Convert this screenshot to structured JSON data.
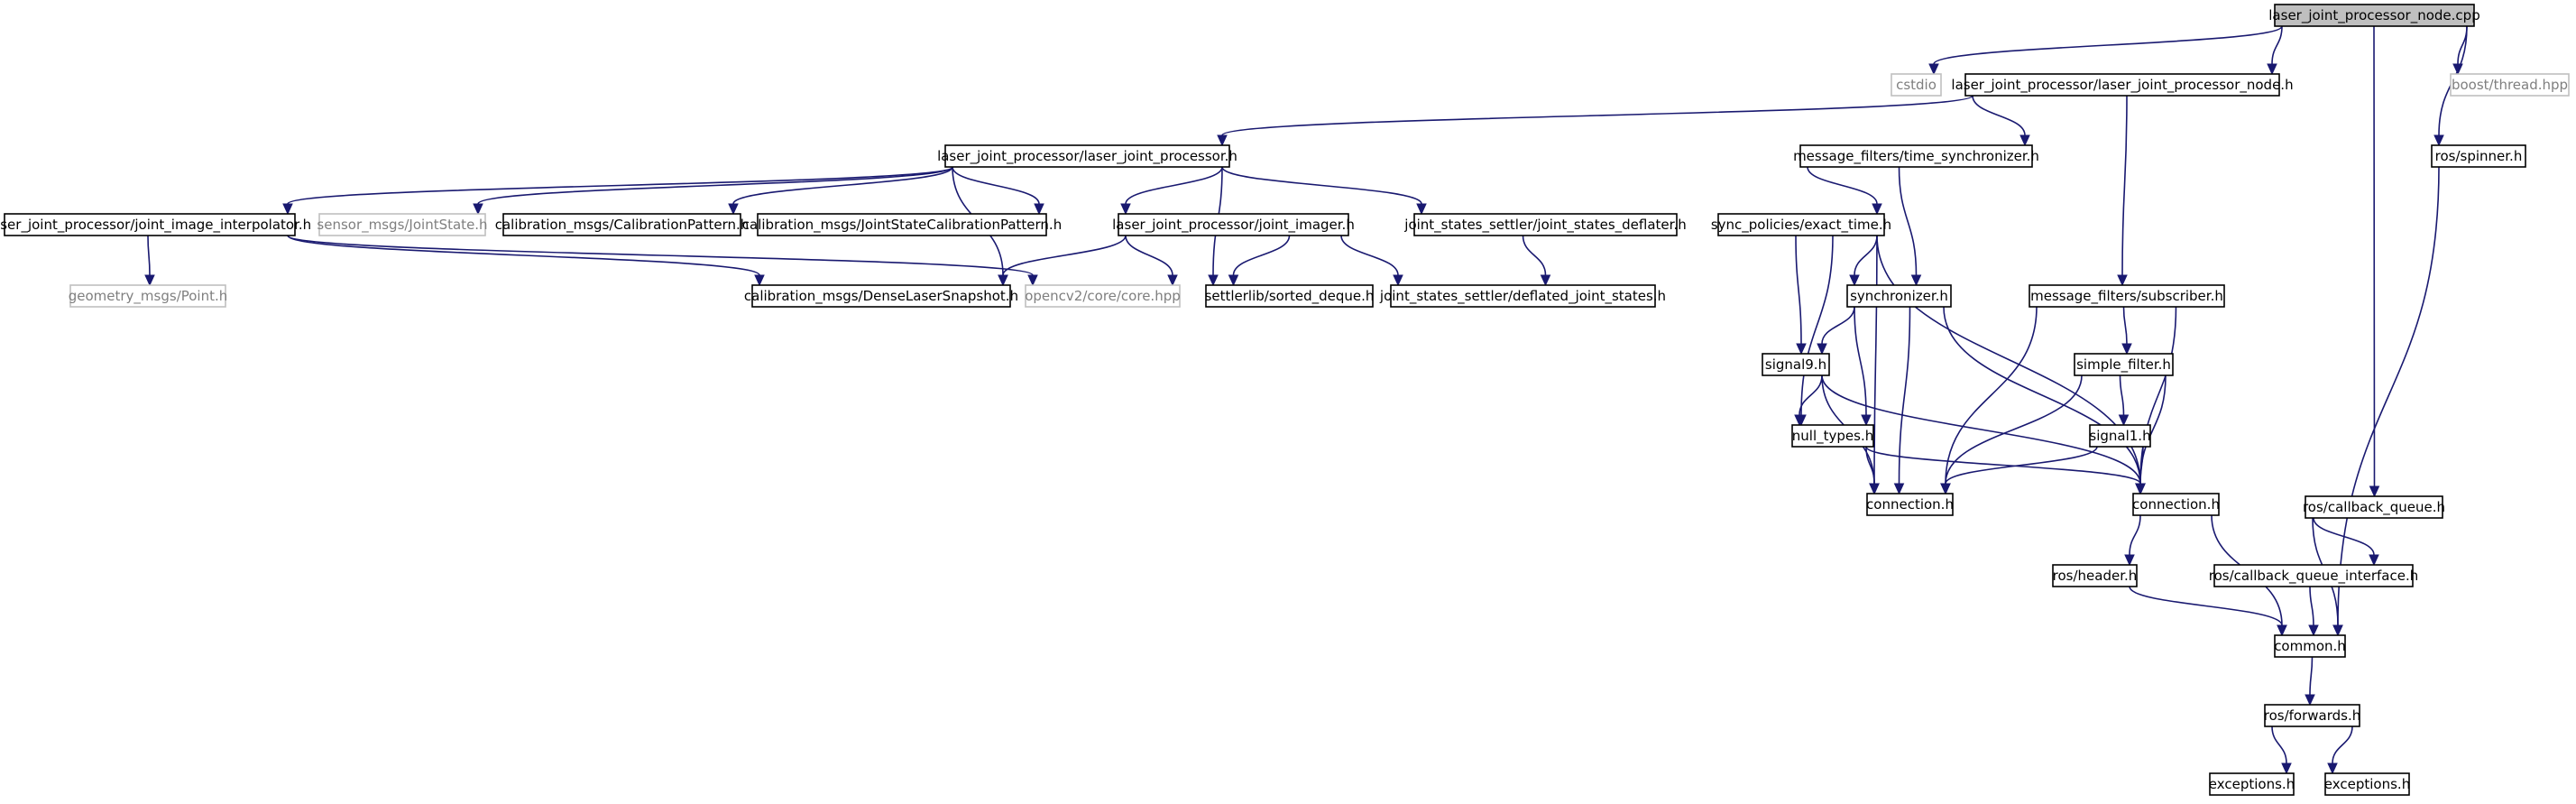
{
  "diagram": {
    "colors": {
      "edge": "#191970",
      "root_fill": "#bfbfbf",
      "node_border": "#000000",
      "external_border": "#bfbfbf",
      "external_text": "#7f7f7f"
    },
    "nodes": [
      {
        "id": "root",
        "label": "laser_joint_processor_node.cpp",
        "kind": "root"
      },
      {
        "id": "cstdio",
        "label": "cstdio",
        "kind": "external"
      },
      {
        "id": "ljp_node_h",
        "label": "laser_joint_processor/laser_joint_processor_node.h",
        "kind": "local"
      },
      {
        "id": "boost_thread",
        "label": "boost/thread.hpp",
        "kind": "external"
      },
      {
        "id": "ljp_h",
        "label": "laser_joint_processor/laser_joint_processor.h",
        "kind": "local"
      },
      {
        "id": "mf_time_sync",
        "label": "message_filters/time_synchronizer.h",
        "kind": "local"
      },
      {
        "id": "ros_spinner",
        "label": "ros/spinner.h",
        "kind": "local"
      },
      {
        "id": "ljp_interp",
        "label": "laser_joint_processor/joint_image_interpolator.h",
        "kind": "local"
      },
      {
        "id": "sensor_js",
        "label": "sensor_msgs/JointState.h",
        "kind": "external"
      },
      {
        "id": "cal_pattern",
        "label": "calibration_msgs/CalibrationPattern.h",
        "kind": "local"
      },
      {
        "id": "cal_jscp",
        "label": "calibration_msgs/JointStateCalibrationPattern.h",
        "kind": "local"
      },
      {
        "id": "ljp_imager",
        "label": "laser_joint_processor/joint_imager.h",
        "kind": "local"
      },
      {
        "id": "jss_deflater",
        "label": "joint_states_settler/joint_states_deflater.h",
        "kind": "local"
      },
      {
        "id": "sync_exact",
        "label": "sync_policies/exact_time.h",
        "kind": "local"
      },
      {
        "id": "geo_point",
        "label": "geometry_msgs/Point.h",
        "kind": "external"
      },
      {
        "id": "cal_dense",
        "label": "calibration_msgs/DenseLaserSnapshot.h",
        "kind": "local"
      },
      {
        "id": "opencv_core",
        "label": "opencv2/core/core.hpp",
        "kind": "external"
      },
      {
        "id": "settler_deque",
        "label": "settlerlib/sorted_deque.h",
        "kind": "local"
      },
      {
        "id": "jss_deflated",
        "label": "joint_states_settler/deflated_joint_states.h",
        "kind": "local"
      },
      {
        "id": "synchronizer",
        "label": "synchronizer.h",
        "kind": "local"
      },
      {
        "id": "mf_subscriber",
        "label": "message_filters/subscriber.h",
        "kind": "local"
      },
      {
        "id": "signal9",
        "label": "signal9.h",
        "kind": "local"
      },
      {
        "id": "simple_filter",
        "label": "simple_filter.h",
        "kind": "local"
      },
      {
        "id": "null_types",
        "label": "null_types.h",
        "kind": "local"
      },
      {
        "id": "signal1",
        "label": "signal1.h",
        "kind": "local"
      },
      {
        "id": "conn_a",
        "label": "connection.h",
        "kind": "local"
      },
      {
        "id": "conn_b",
        "label": "connection.h",
        "kind": "local"
      },
      {
        "id": "ros_cbq",
        "label": "ros/callback_queue.h",
        "kind": "local"
      },
      {
        "id": "ros_header",
        "label": "ros/header.h",
        "kind": "local"
      },
      {
        "id": "ros_cbqi",
        "label": "ros/callback_queue_interface.h",
        "kind": "local"
      },
      {
        "id": "common",
        "label": "common.h",
        "kind": "local"
      },
      {
        "id": "ros_forwards",
        "label": "ros/forwards.h",
        "kind": "local"
      },
      {
        "id": "exc_a",
        "label": "exceptions.h",
        "kind": "local"
      },
      {
        "id": "exc_b",
        "label": "exceptions.h",
        "kind": "local"
      }
    ],
    "edges": [
      {
        "from": "root",
        "to": "cstdio"
      },
      {
        "from": "root",
        "to": "ljp_node_h"
      },
      {
        "from": "root",
        "to": "boost_thread"
      },
      {
        "from": "root",
        "to": "ros_spinner"
      },
      {
        "from": "root",
        "to": "ros_cbq"
      },
      {
        "from": "ljp_node_h",
        "to": "ljp_h"
      },
      {
        "from": "ljp_node_h",
        "to": "mf_time_sync"
      },
      {
        "from": "ljp_node_h",
        "to": "mf_subscriber"
      },
      {
        "from": "ljp_h",
        "to": "ljp_interp"
      },
      {
        "from": "ljp_h",
        "to": "sensor_js"
      },
      {
        "from": "ljp_h",
        "to": "cal_pattern"
      },
      {
        "from": "ljp_h",
        "to": "cal_jscp"
      },
      {
        "from": "ljp_h",
        "to": "ljp_imager"
      },
      {
        "from": "ljp_h",
        "to": "jss_deflater"
      },
      {
        "from": "ljp_h",
        "to": "cal_dense"
      },
      {
        "from": "ljp_h",
        "to": "settler_deque"
      },
      {
        "from": "ljp_interp",
        "to": "geo_point"
      },
      {
        "from": "ljp_interp",
        "to": "cal_dense"
      },
      {
        "from": "ljp_interp",
        "to": "opencv_core"
      },
      {
        "from": "ljp_imager",
        "to": "cal_dense"
      },
      {
        "from": "ljp_imager",
        "to": "opencv_core"
      },
      {
        "from": "ljp_imager",
        "to": "settler_deque"
      },
      {
        "from": "ljp_imager",
        "to": "jss_deflated"
      },
      {
        "from": "jss_deflater",
        "to": "jss_deflated"
      },
      {
        "from": "mf_time_sync",
        "to": "sync_exact"
      },
      {
        "from": "mf_time_sync",
        "to": "synchronizer"
      },
      {
        "from": "sync_exact",
        "to": "synchronizer"
      },
      {
        "from": "sync_exact",
        "to": "signal9"
      },
      {
        "from": "sync_exact",
        "to": "null_types"
      },
      {
        "from": "sync_exact",
        "to": "conn_a"
      },
      {
        "from": "sync_exact",
        "to": "conn_b"
      },
      {
        "from": "synchronizer",
        "to": "signal9"
      },
      {
        "from": "synchronizer",
        "to": "null_types"
      },
      {
        "from": "synchronizer",
        "to": "conn_a"
      },
      {
        "from": "synchronizer",
        "to": "conn_b"
      },
      {
        "from": "signal9",
        "to": "null_types"
      },
      {
        "from": "signal9",
        "to": "conn_a"
      },
      {
        "from": "signal9",
        "to": "conn_b"
      },
      {
        "from": "null_types",
        "to": "conn_a"
      },
      {
        "from": "null_types",
        "to": "conn_b"
      },
      {
        "from": "mf_subscriber",
        "to": "simple_filter"
      },
      {
        "from": "mf_subscriber",
        "to": "conn_a"
      },
      {
        "from": "mf_subscriber",
        "to": "conn_b"
      },
      {
        "from": "simple_filter",
        "to": "signal1"
      },
      {
        "from": "simple_filter",
        "to": "conn_a"
      },
      {
        "from": "simple_filter",
        "to": "conn_b"
      },
      {
        "from": "signal1",
        "to": "conn_a"
      },
      {
        "from": "signal1",
        "to": "conn_b"
      },
      {
        "from": "conn_b",
        "to": "ros_header"
      },
      {
        "from": "conn_b",
        "to": "common"
      },
      {
        "from": "ros_header",
        "to": "common"
      },
      {
        "from": "ros_cbq",
        "to": "ros_cbqi"
      },
      {
        "from": "ros_cbq",
        "to": "common"
      },
      {
        "from": "ros_cbqi",
        "to": "common"
      },
      {
        "from": "ros_spinner",
        "to": "common"
      },
      {
        "from": "common",
        "to": "ros_forwards"
      },
      {
        "from": "ros_forwards",
        "to": "exc_a"
      },
      {
        "from": "ros_forwards",
        "to": "exc_b"
      }
    ]
  }
}
